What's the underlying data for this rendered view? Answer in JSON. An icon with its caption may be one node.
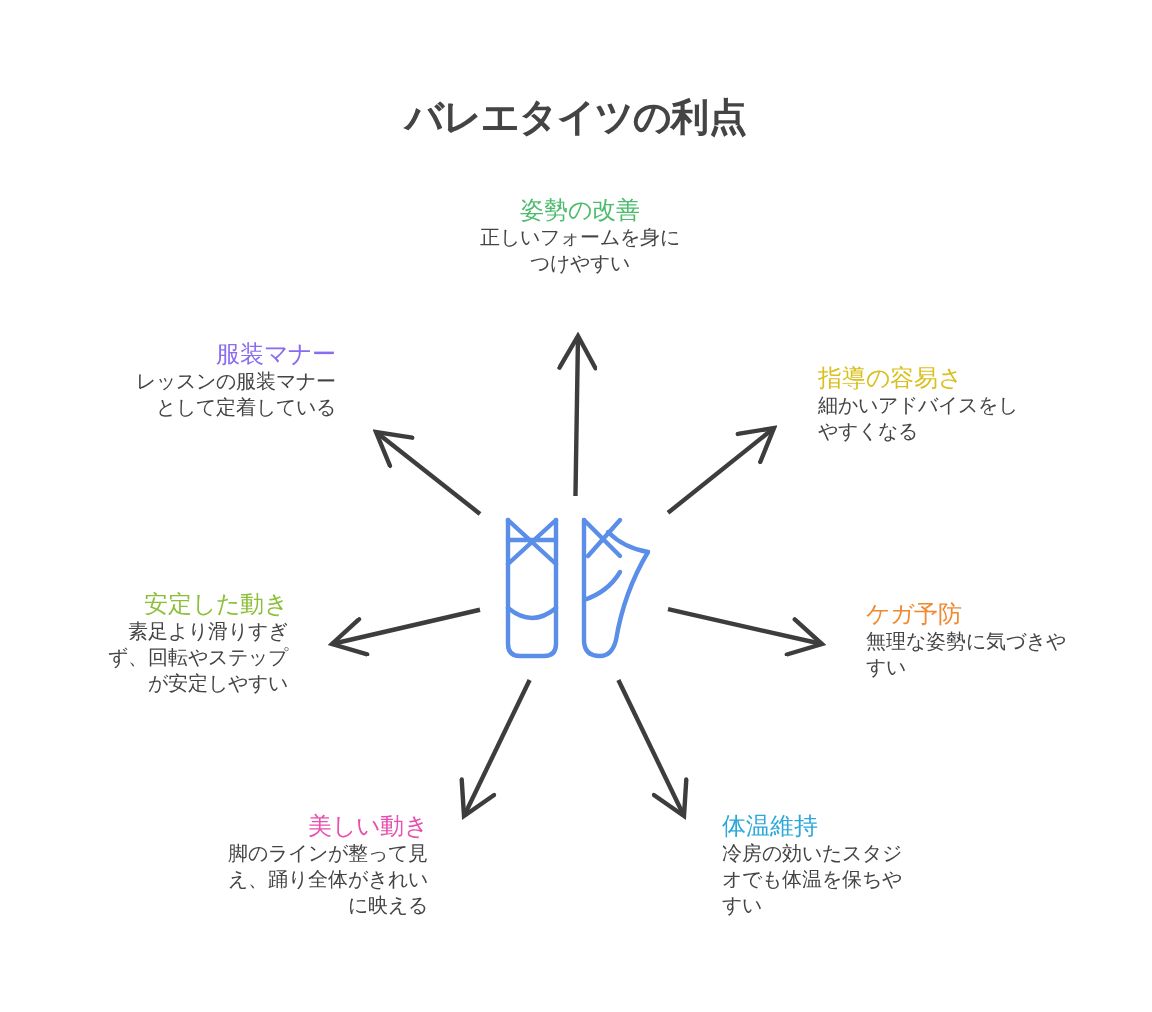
{
  "diagram": {
    "title": "バレエタイツの利点",
    "nodes": [
      {
        "text": [],
        "shape": "picture"
      },
      {
        "text": [
          "姿勢の改善",
          "正しいフォームを身につけやすい"
        ]
      },
      {
        "text": [
          "服装マナー",
          "レッスンの服装マナーとして定着している"
        ]
      },
      {
        "text": [
          "指導の容易さ",
          "細かいアドバイスをしやすくなる"
        ]
      },
      {
        "text": [
          "安定した動き",
          "素足より滑りすぎず、回転やステップが安定しやすい"
        ]
      },
      {
        "text": [
          "ケガ予防",
          "無理な姿勢に気づきやすい"
        ]
      },
      {
        "text": [
          "美しい動き",
          "脚のラインが整って見え、踊り全体がきれいに映える"
        ]
      },
      {
        "text": [
          "体温維持",
          "冷房の効いたスタジオでも体温を保ちやすい"
        ]
      }
    ],
    "edges": [
      {
        "from": 0,
        "to": 1,
        "arrow": "to"
      },
      {
        "from": 0,
        "to": 2,
        "arrow": "to"
      },
      {
        "from": 0,
        "to": 3,
        "arrow": "to"
      },
      {
        "from": 0,
        "to": 4,
        "arrow": "to"
      },
      {
        "from": 0,
        "to": 5,
        "arrow": "to"
      },
      {
        "from": 0,
        "to": 6,
        "arrow": "to"
      },
      {
        "from": 0,
        "to": 7,
        "arrow": "to"
      }
    ]
  }
}
